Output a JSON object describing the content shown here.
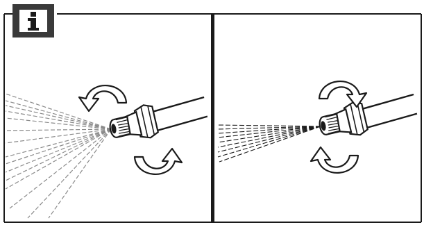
{
  "info_badge": {
    "glyph": "i"
  },
  "panels": [
    {
      "id": "wide",
      "spray_pattern": "wide-dashed-fan",
      "rotation_icon": "two-curved-arrows"
    },
    {
      "id": "narrow",
      "spray_pattern": "narrow-dashed-jet",
      "rotation_icon": "two-curved-arrows"
    }
  ],
  "colors": {
    "frame": "#1a1a1a",
    "badge_bg": "#3a3a3a",
    "badge_inner": "#ffffff",
    "spray": "#8a8a8a",
    "arrow_fill": "#ffffff",
    "arrow_stroke": "#1a1a1a"
  }
}
